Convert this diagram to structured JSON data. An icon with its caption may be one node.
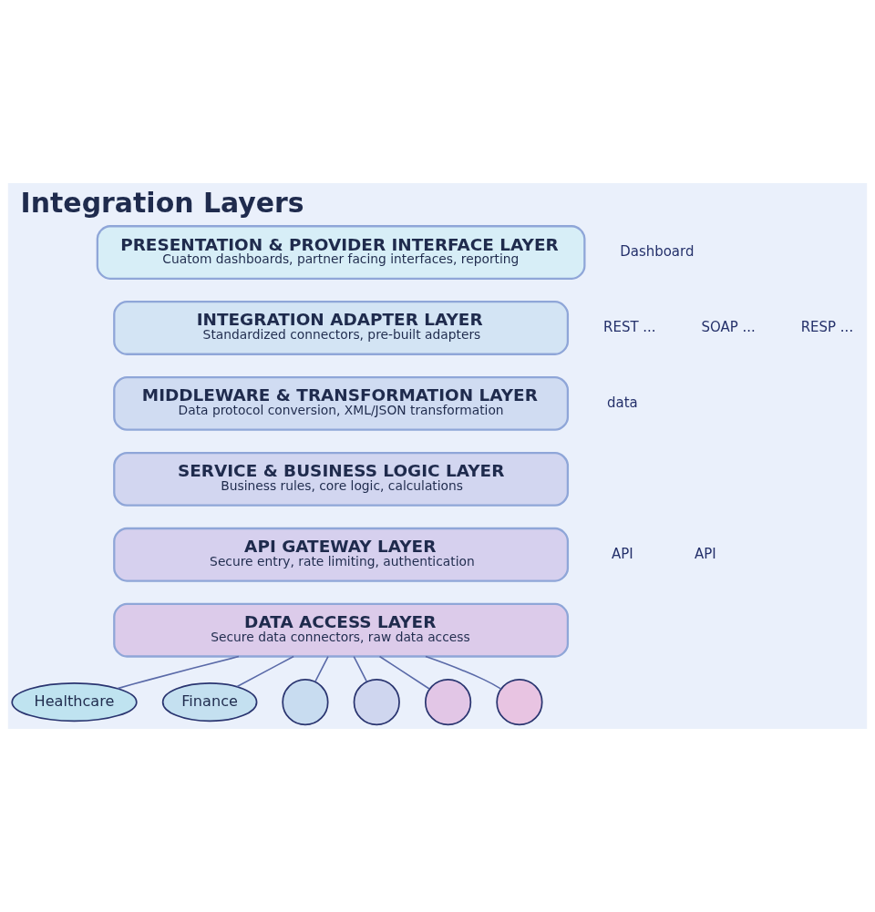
{
  "diagram": {
    "title": "Integration Layers",
    "nodes": [
      {
        "text": [
          "PRESENTATION & PROVIDER INTERFACE LAYER",
          "Cuatom dashboards, partner facing interfaces, reporting"
        ]
      },
      {
        "text": [
          "INTEGRATION ADAPTER LAYER",
          "Standardized connectors, pre-built adapters"
        ]
      },
      {
        "text": [
          "MIDDLEWARE & TRANSFORMATION LAYER",
          "Data protocol conversion, XML/JSON transformation"
        ]
      },
      {
        "text": [
          "SERVICE & BUSINESS LOGIC LAYER",
          "Business rules, core logic, calculations"
        ]
      },
      {
        "text": [
          "API GATEWAY LAYER",
          "Secure entry, rate limiting, authentication"
        ]
      },
      {
        "text": [
          "DATA ACCESS LAYER",
          "Secure data connectors, raw data access"
        ]
      },
      {
        "text": [
          "Healthcare"
        ]
      },
      {
        "text": [
          "Finance"
        ]
      },
      {
        "text": [],
        "shape": "circle"
      },
      {
        "text": [],
        "shape": "circle"
      },
      {
        "text": [],
        "shape": "circle"
      },
      {
        "text": [],
        "shape": "circle"
      }
    ],
    "edges": [
      {
        "from": 6,
        "to": 5,
        "arrow": "none"
      },
      {
        "from": 7,
        "to": 5,
        "arrow": "none"
      },
      {
        "from": 8,
        "to": 5,
        "arrow": "none"
      },
      {
        "from": 9,
        "to": 5,
        "arrow": "none"
      },
      {
        "from": 10,
        "to": 5,
        "arrow": "none"
      },
      {
        "from": 11,
        "to": 5,
        "arrow": "none"
      }
    ],
    "labels": [
      "Dashboard",
      "REST ...",
      "SOAP ...",
      "RESP ...",
      "data",
      "API",
      "API"
    ]
  }
}
